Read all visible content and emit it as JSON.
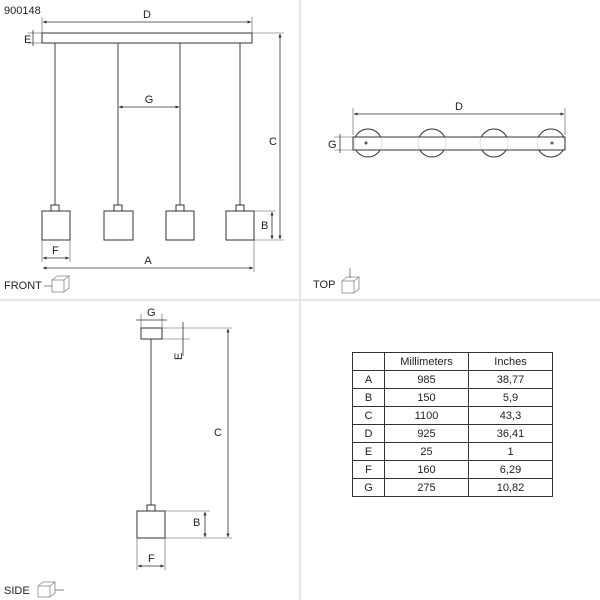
{
  "product_code": "900148",
  "views": {
    "front": "FRONT",
    "top": "TOP",
    "side": "SIDE"
  },
  "letters": {
    "A": "A",
    "B": "B",
    "C": "C",
    "D": "D",
    "E": "E",
    "F": "F",
    "G": "G"
  },
  "table": {
    "headers": [
      "",
      "Millimeters",
      "Inches"
    ],
    "rows": [
      [
        "A",
        "985",
        "38,77"
      ],
      [
        "B",
        "150",
        "5,9"
      ],
      [
        "C",
        "1100",
        "43,3"
      ],
      [
        "D",
        "925",
        "36,41"
      ],
      [
        "E",
        "25",
        "1"
      ],
      [
        "F",
        "160",
        "6,29"
      ],
      [
        "G",
        "275",
        "10,82"
      ]
    ]
  }
}
